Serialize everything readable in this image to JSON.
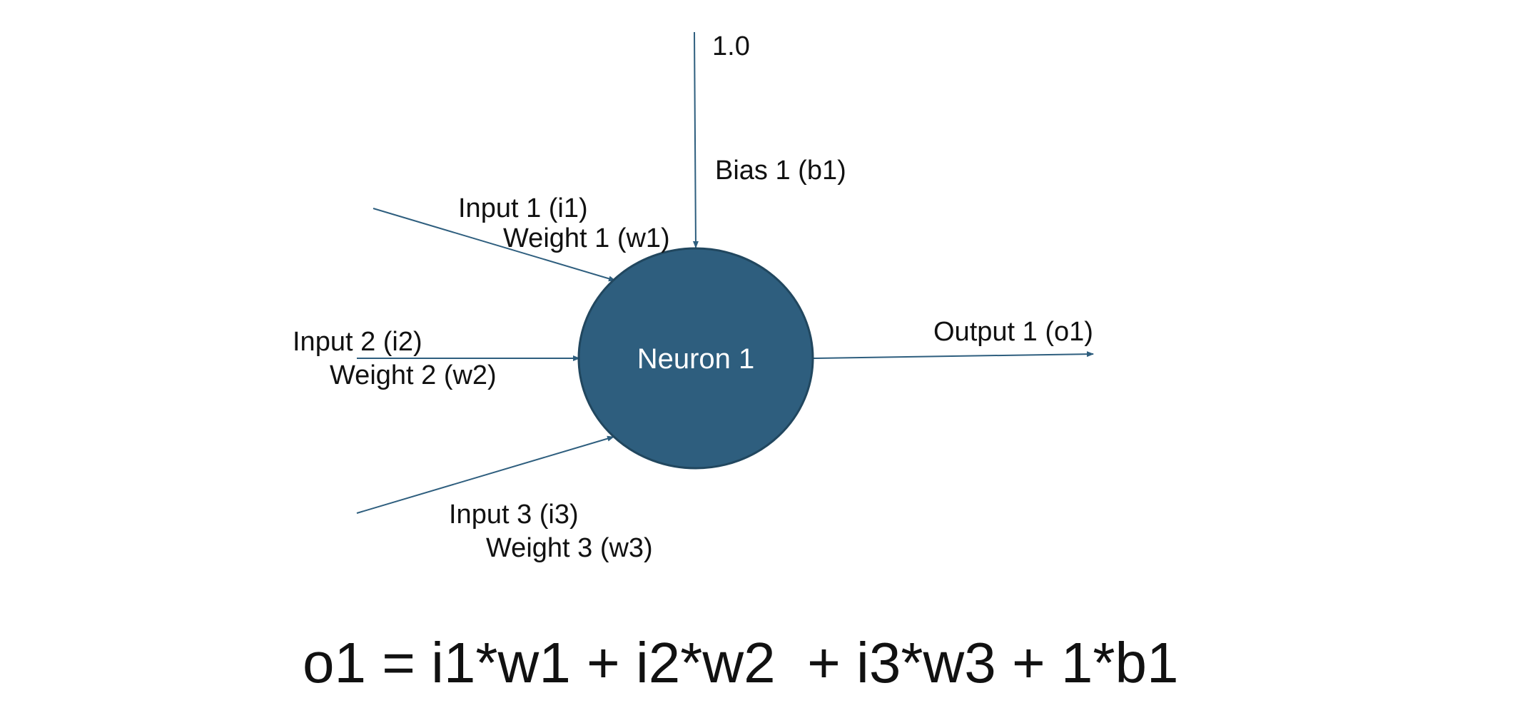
{
  "diagram": {
    "neuron_label": "Neuron 1",
    "bias_value": "1.0",
    "bias_label": "Bias 1 (b1)",
    "inputs": [
      {
        "input_label": "Input 1 (i1)",
        "weight_label": "Weight 1 (w1)"
      },
      {
        "input_label": "Input 2 (i2)",
        "weight_label": "Weight 2 (w2)"
      },
      {
        "input_label": "Input 3 (i3)",
        "weight_label": "Weight 3 (w3)"
      }
    ],
    "output_label": "Output 1 (o1)",
    "formula": "o1 = i1*w1 + i2*w2  + i3*w3 + 1*b1"
  },
  "colors": {
    "neuron_fill": "#2e5e7e",
    "neuron_stroke": "#21475f",
    "connector": "#2e5e7e",
    "text": "#111111"
  }
}
